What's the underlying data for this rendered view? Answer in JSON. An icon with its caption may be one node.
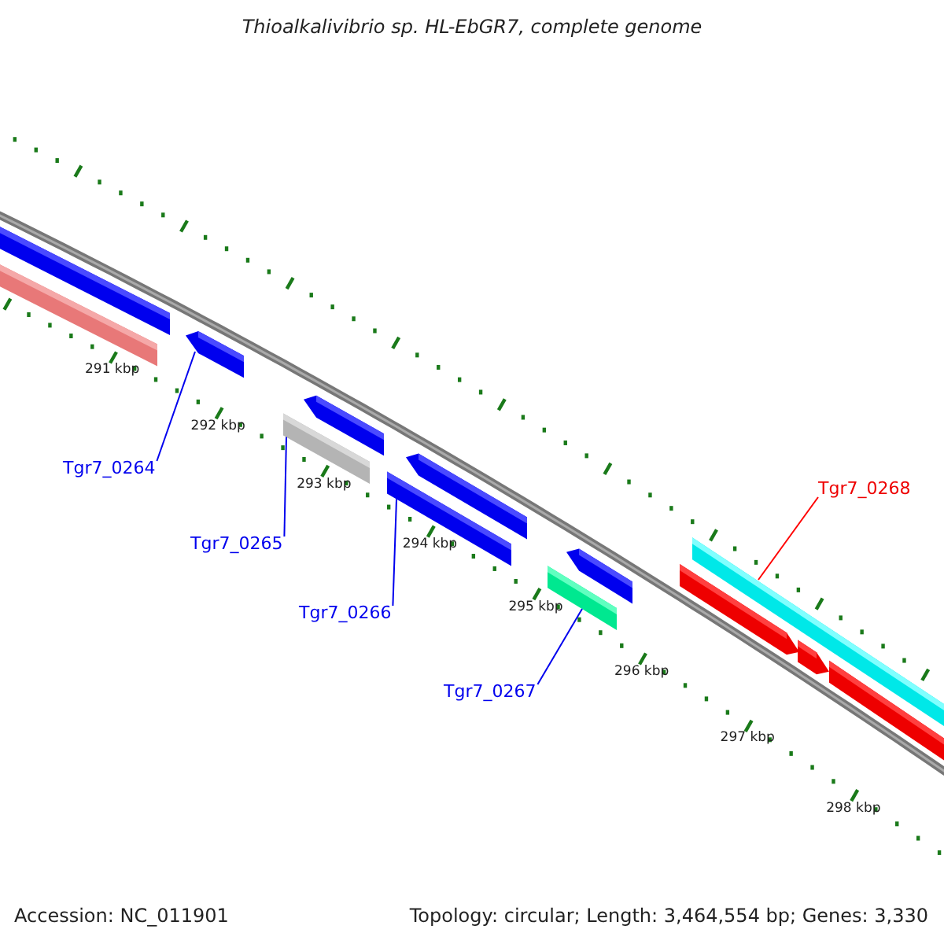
{
  "diagram": {
    "title": "Thioalkalivibrio sp. HL-EbGR7, complete genome",
    "nodes": [
      {
        "text": [
          "Tgr7_0264"
        ]
      },
      {
        "text": [
          "Tgr7_0265"
        ]
      },
      {
        "text": [
          "Tgr7_0266"
        ]
      },
      {
        "text": [
          "Tgr7_0267"
        ]
      },
      {
        "text": [
          "Tgr7_0268"
        ]
      },
      {
        "text": [],
        "shape": "bar"
      },
      {
        "text": [],
        "shape": "bar"
      },
      {
        "text": [],
        "shape": "bar"
      },
      {
        "text": [],
        "shape": "bar"
      },
      {
        "text": [],
        "shape": "bar"
      }
    ],
    "edges": [
      {
        "from": 0,
        "to": 5,
        "arrow": "none"
      },
      {
        "from": 1,
        "to": 6,
        "arrow": "none"
      },
      {
        "from": 2,
        "to": 7,
        "arrow": "none"
      },
      {
        "from": 3,
        "to": 8,
        "arrow": "none"
      },
      {
        "from": 4,
        "to": 9,
        "arrow": "none",
        "color": "#ff0000"
      }
    ],
    "labels": [
      "291 kbp",
      "292 kbp",
      "293 kbp",
      "294 kbp",
      "295 kbp",
      "296 kbp",
      "297 kbp",
      "298 kbp",
      "Accession: NC_011901",
      "Topology: circular; Length: 3,464,554 bp; Genes: 3,330"
    ]
  }
}
